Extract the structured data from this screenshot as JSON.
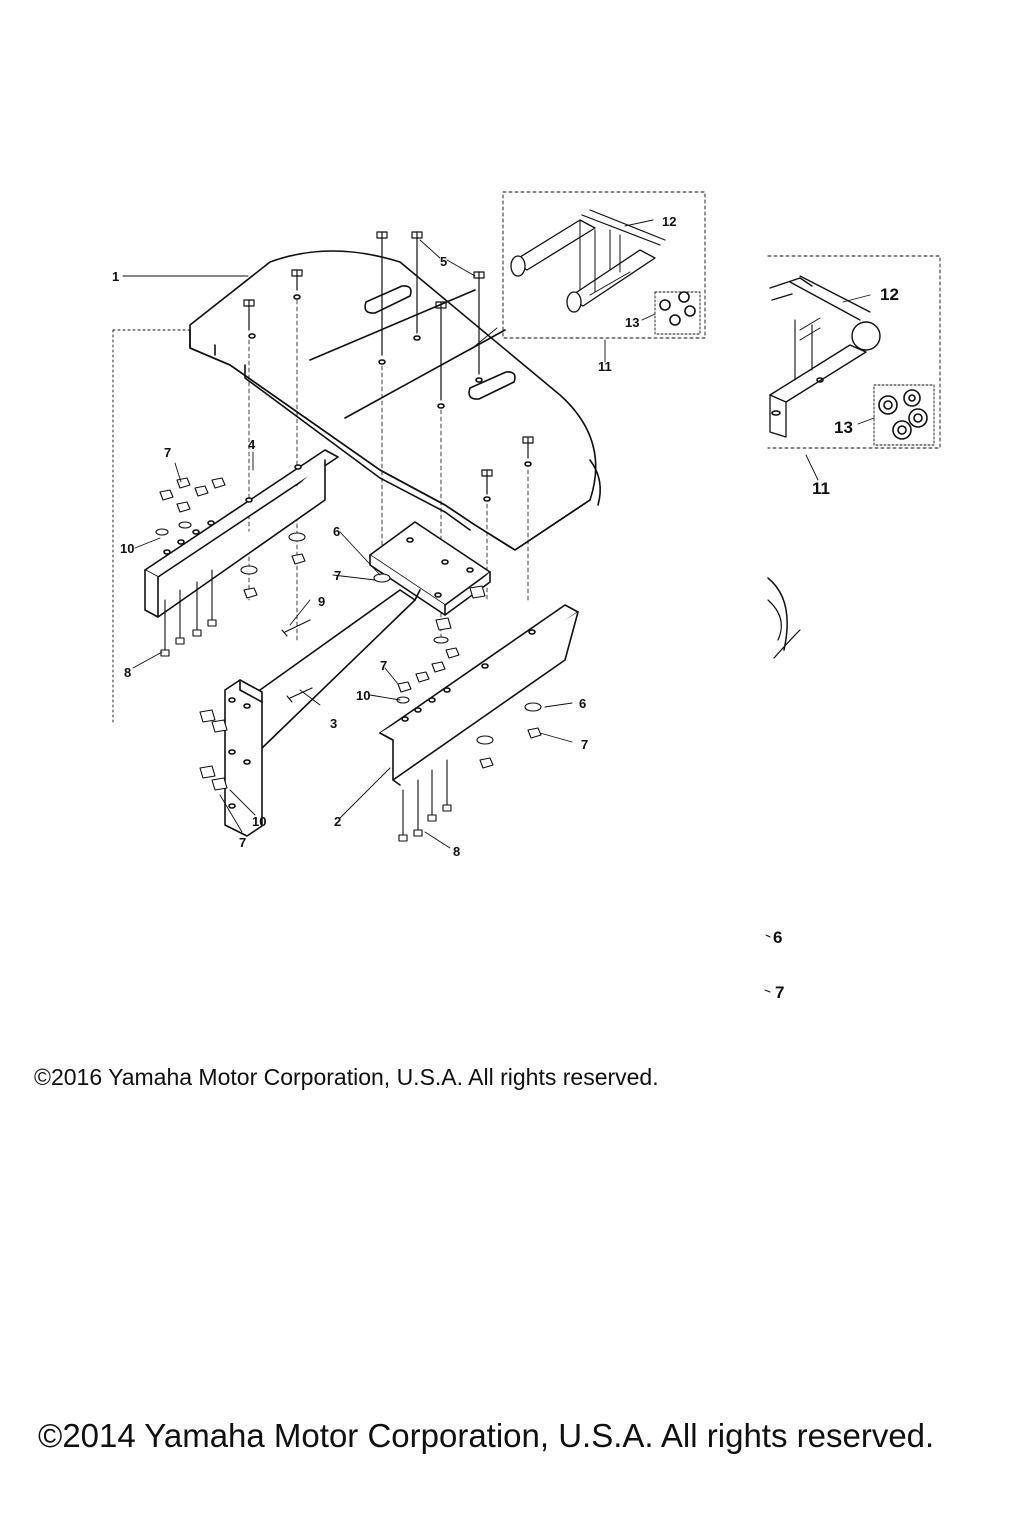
{
  "callouts": {
    "c1": "1",
    "c2": "2",
    "c3": "3",
    "c4": "4",
    "c5": "5",
    "c6a": "6",
    "c6b": "6",
    "c7a": "7",
    "c7b": "7",
    "c7c": "7",
    "c7d": "7",
    "c7e": "7",
    "c8a": "8",
    "c8b": "8",
    "c9": "9",
    "c10a": "10",
    "c10b": "10",
    "c10c": "10",
    "c11": "11",
    "c12": "12",
    "c13": "13"
  },
  "detail_callouts": {
    "c11": "11",
    "c12": "12",
    "c13": "13",
    "c6": "6",
    "c7": "7"
  },
  "copyright": {
    "line_2016": "©2016 Yamaha Motor Corporation, U.S.A. All rights reserved.",
    "line_2014": "©2014 Yamaha Motor Corporation, U.S.A. All rights reserved."
  }
}
